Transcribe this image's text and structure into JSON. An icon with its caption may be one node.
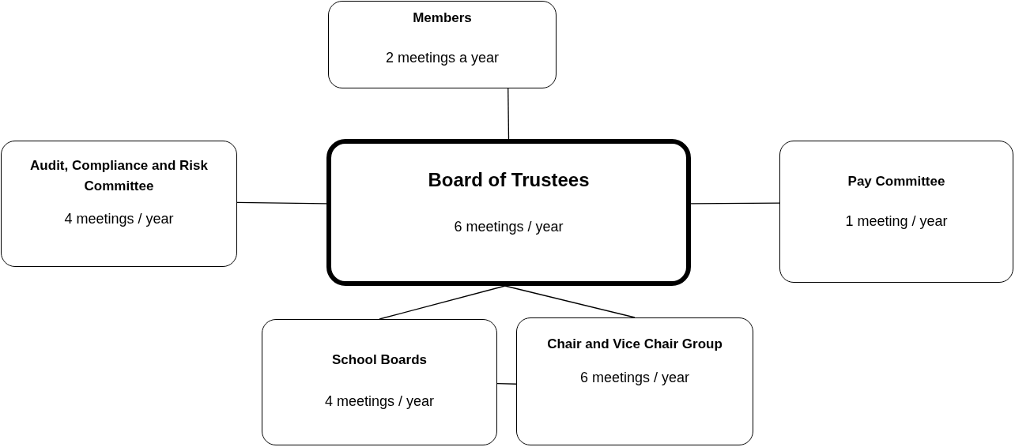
{
  "diagram": {
    "nodes": [
      {
        "text": [
          "Members",
          "2 meetings a year"
        ]
      },
      {
        "text": [
          "Audit, Compliance and Risk Committee",
          "4 meetings / year"
        ]
      },
      {
        "text": [
          "Board of Trustees",
          "6 meetings / year"
        ]
      },
      {
        "text": [
          "Pay Committee",
          "1 meeting / year"
        ]
      },
      {
        "text": [
          "School Boards",
          "4 meetings / year"
        ]
      },
      {
        "text": [
          "Chair and Vice Chair Group",
          "6 meetings / year"
        ]
      }
    ],
    "edges": [
      {
        "from": 0,
        "to": 2,
        "arrow": "none"
      },
      {
        "from": 1,
        "to": 2,
        "arrow": "none"
      },
      {
        "from": 2,
        "to": 3,
        "arrow": "none"
      },
      {
        "from": 2,
        "to": 4,
        "arrow": "none"
      },
      {
        "from": 2,
        "to": 5,
        "arrow": "none"
      },
      {
        "from": 4,
        "to": 5,
        "arrow": "none"
      }
    ]
  }
}
